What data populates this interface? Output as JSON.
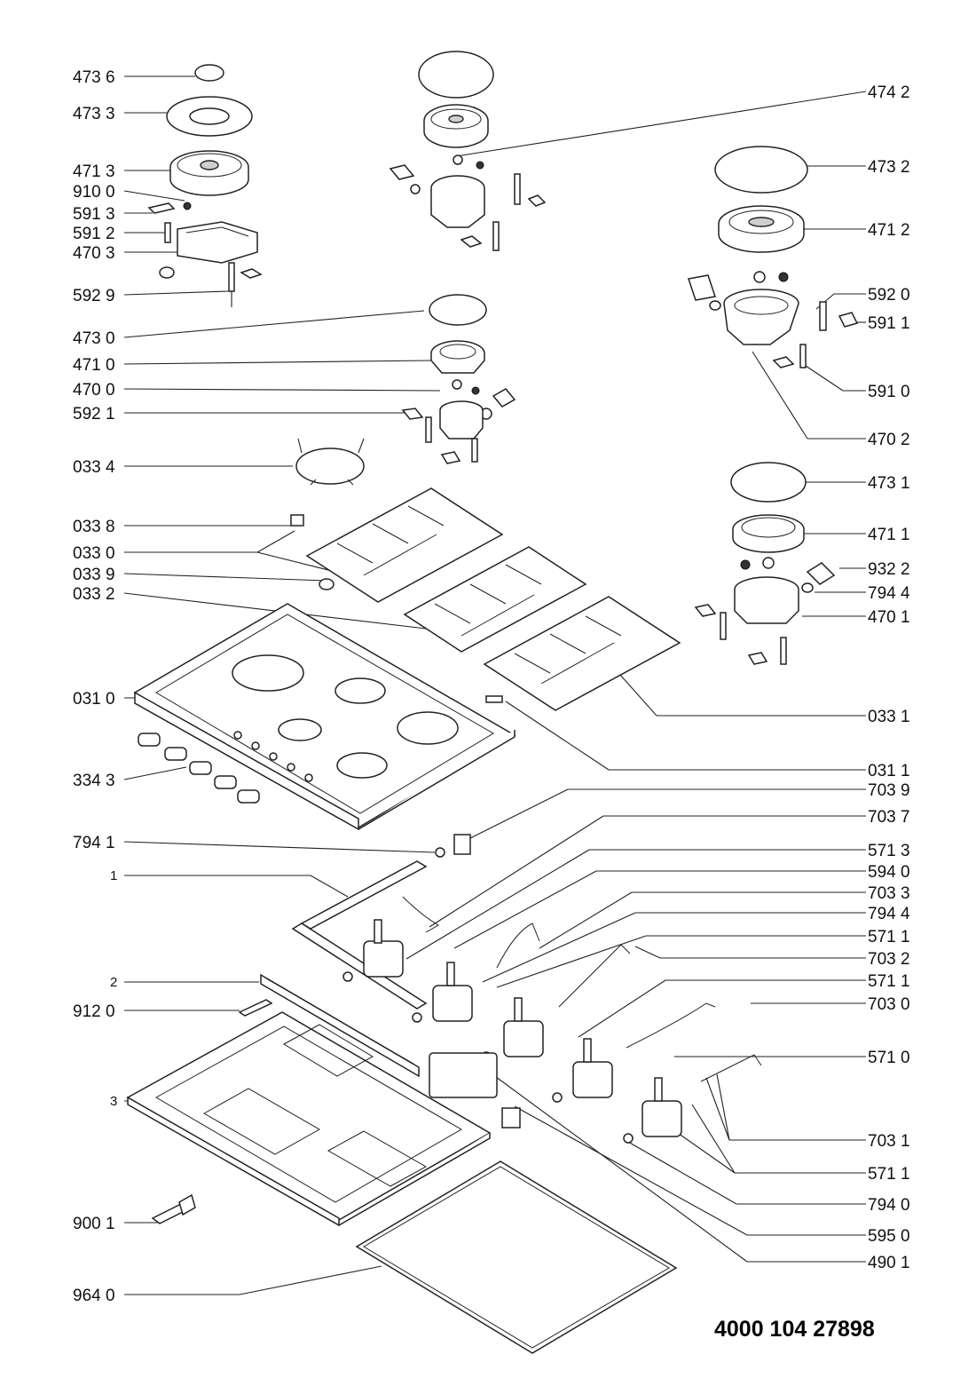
{
  "labels": {
    "l4736": "473 6",
    "l4733": "473 3",
    "l4713": "471 3",
    "l9100": "910 0",
    "l5913": "591 3",
    "l5912": "591 2",
    "l4703": "470 3",
    "l5929": "592 9",
    "l4730": "473 0",
    "l4710": "471 0",
    "l4700": "470 0",
    "l5921": "592 1",
    "l0334": "033 4",
    "l0338": "033 8",
    "l0330": "033 0",
    "l0339": "033 9",
    "l0332": "033 2",
    "l0310": "031 0",
    "l3343": "334 3",
    "l7941": "794 1",
    "l1": "1",
    "l2": "2",
    "l9120": "912 0",
    "l3": "3",
    "l9001": "900 1",
    "l9640": "964 0",
    "l4742": "474 2",
    "l4732": "473 2",
    "l4712": "471 2",
    "l5920": "592 0",
    "l5911": "591 1",
    "l5910": "591 0",
    "l4702": "470 2",
    "l4731": "473 1",
    "l4711": "471 1",
    "l9322": "932 2",
    "l7944a": "794 4",
    "l4701": "470 1",
    "l0331": "033 1",
    "l0311": "031 1",
    "l7039": "703 9",
    "l7037": "703 7",
    "l5713": "571 3",
    "l5940": "594 0",
    "l7033": "703 3",
    "l7944b": "794 4",
    "l5711a": "571 1",
    "l7032": "703 2",
    "l5711b": "571 1",
    "l7030": "703 0",
    "l5710": "571 0",
    "l7031": "703 1",
    "l5711c": "571 1",
    "l7940": "794 0",
    "l5950": "595 0",
    "l4901": "490 1"
  },
  "document_number": "4000 104 27898"
}
